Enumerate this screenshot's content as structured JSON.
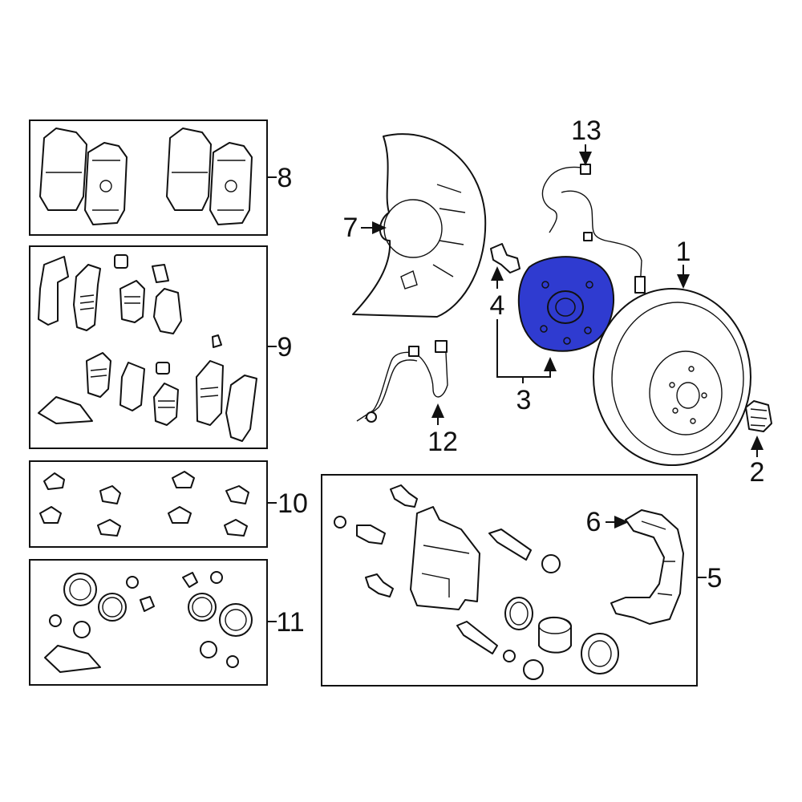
{
  "diagram": {
    "callouts": [
      "1",
      "2",
      "3",
      "4",
      "5",
      "6",
      "7",
      "8",
      "9",
      "10",
      "11",
      "12",
      "13"
    ]
  },
  "colors": {
    "line": "#111111",
    "background": "#ffffff",
    "highlight": "#2f3bd0"
  },
  "highlighted_part": "3"
}
